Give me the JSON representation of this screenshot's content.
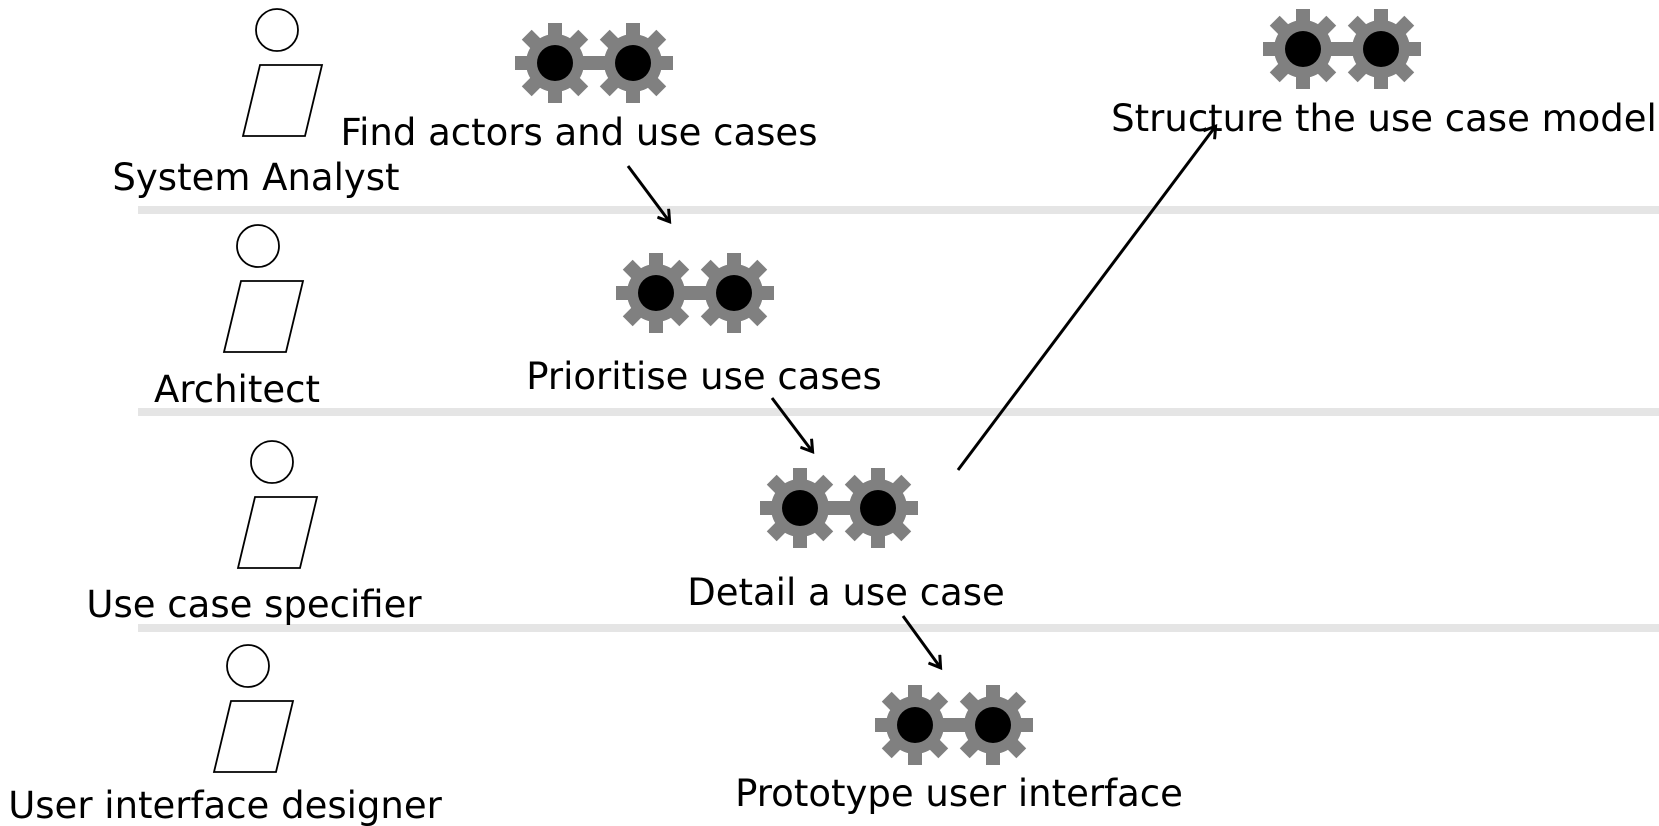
{
  "roles": [
    {
      "name": "System Analyst"
    },
    {
      "name": "Architect"
    },
    {
      "name": "Use case specifier"
    },
    {
      "name": "User interface designer"
    }
  ],
  "activities": [
    {
      "label": "Find actors and use cases"
    },
    {
      "label": "Prioritise use cases"
    },
    {
      "label": "Detail a use case"
    },
    {
      "label": "Prototype user interface"
    },
    {
      "label": "Structure the use case model"
    }
  ],
  "colors": {
    "gear": "#808080",
    "gear_hub": "#000000",
    "swimlane": "#e5e5e5",
    "line": "#000000"
  },
  "icons": {
    "role": "worker-icon",
    "activity": "gears-icon",
    "flow": "arrow-icon"
  }
}
